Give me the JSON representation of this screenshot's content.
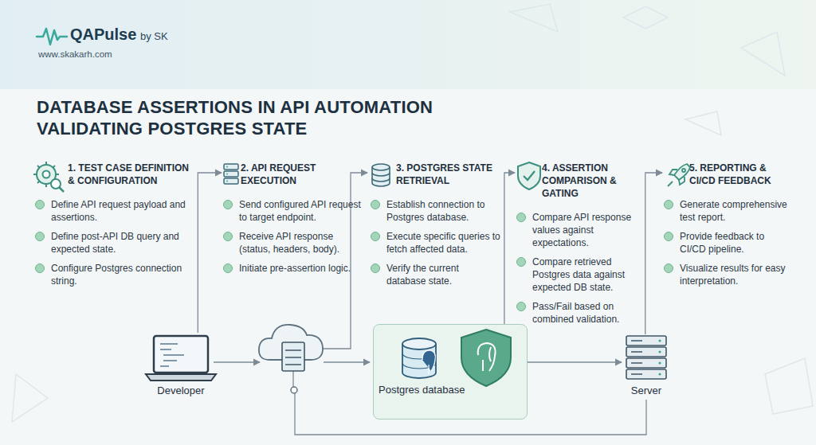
{
  "diagram": {
    "title": "DATABASE ASSERTIONS IN API AUTOMATION VALIDATING POSTGRES STATE",
    "nodes": [
      {
        "text": [
          "1. TEST CASE DEFINITION & CONFIGURATION",
          "Define API request payload and assertions.",
          "Define post-API DB query and expected state.",
          "Configure Postgres connection string."
        ]
      },
      {
        "text": [
          "2. API REQUEST EXECUTION",
          "Send configured API request to target endpoint.",
          "Receive API response (status, headers, body).",
          "Initiate pre-assertion logic."
        ]
      },
      {
        "text": [
          "3. POSTGRES STATE RETRIEVAL",
          "Establish connection to Postgres database.",
          "Execute specific queries to fetch affected data.",
          "Verify the current database state."
        ]
      },
      {
        "text": [
          "4. ASSERTION COMPARISON & GATING",
          "Compare API response values against expectations.",
          "Compare retrieved Postgres data against expected DB state.",
          "Pass/Fail based on combined validation."
        ]
      },
      {
        "text": [
          "5. REPORTING & CI/CD FEEDBACK",
          "Generate comprehensive test report.",
          "Provide feedback to CI/CD pipeline.",
          "Visualize results for easy interpretation."
        ]
      },
      {
        "text": [
          "Developer"
        ]
      },
      {
        "text": [
          "Postgres database"
        ]
      },
      {
        "text": [
          "Server"
        ]
      }
    ],
    "edges": [
      {
        "from": 5,
        "to": 1,
        "arrow": "to"
      },
      {
        "from": 6,
        "to": 3,
        "arrow": "to"
      },
      {
        "from": 7,
        "to": 4,
        "arrow": "to"
      },
      {
        "from": 6,
        "to": 7,
        "arrow": "to"
      }
    ],
    "labels": [
      "QAPulse",
      "by SK",
      "www.skakarh.com"
    ]
  }
}
